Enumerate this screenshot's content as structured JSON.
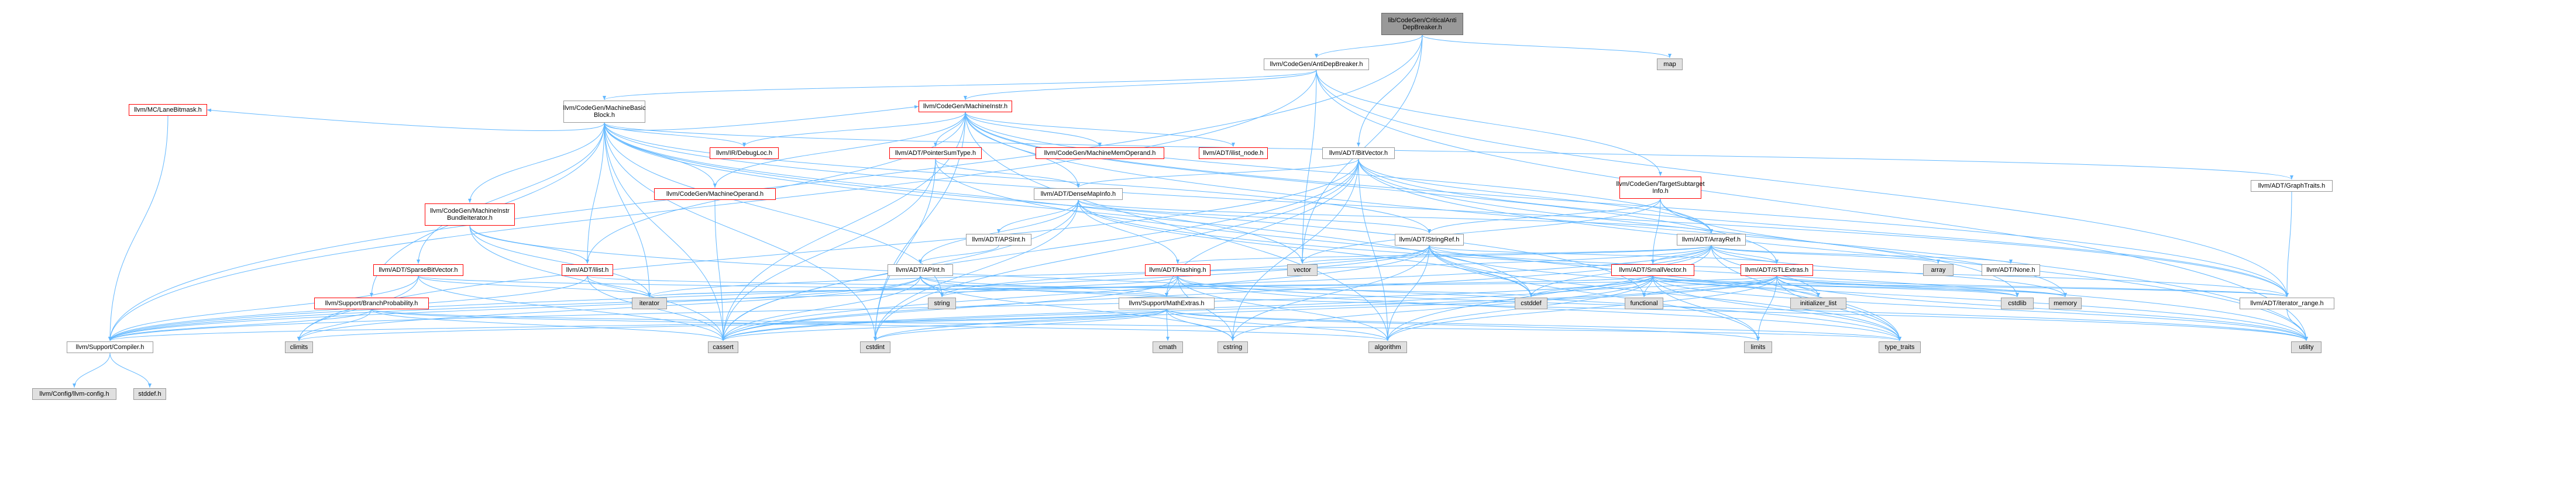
{
  "nodes": [
    {
      "id": "root",
      "label": "lib/CodeGen/CriticalAnti\nDepBreaker.h",
      "kind": "root"
    },
    {
      "id": "antidep",
      "label": "llvm/CodeGen/AntiDepBreaker.h",
      "kind": "normal"
    },
    {
      "id": "map",
      "label": "map",
      "kind": "system"
    },
    {
      "id": "mbb",
      "label": "llvm/CodeGen/MachineBasic\nBlock.h",
      "kind": "normal"
    },
    {
      "id": "lanebitmask",
      "label": "llvm/MC/LaneBitmask.h",
      "kind": "truncated"
    },
    {
      "id": "machineinstr",
      "label": "llvm/CodeGen/MachineInstr.h",
      "kind": "truncated"
    },
    {
      "id": "bitvector",
      "label": "llvm/ADT/BitVector.h",
      "kind": "normal"
    },
    {
      "id": "debugloc",
      "label": "llvm/IR/DebugLoc.h",
      "kind": "truncated"
    },
    {
      "id": "pointersumtype",
      "label": "llvm/ADT/PointerSumType.h",
      "kind": "truncated"
    },
    {
      "id": "memoperand",
      "label": "llvm/CodeGen/MachineMemOperand.h",
      "kind": "truncated"
    },
    {
      "id": "ilistnode",
      "label": "llvm/ADT/ilist_node.h",
      "kind": "truncated"
    },
    {
      "id": "tsi",
      "label": "llvm/CodeGen/TargetSubtarget\nInfo.h",
      "kind": "truncated"
    },
    {
      "id": "graphtraits",
      "label": "llvm/ADT/GraphTraits.h",
      "kind": "normal"
    },
    {
      "id": "machineoperand",
      "label": "llvm/CodeGen/MachineOperand.h",
      "kind": "truncated"
    },
    {
      "id": "densemapinfo",
      "label": "llvm/ADT/DenseMapInfo.h",
      "kind": "normal"
    },
    {
      "id": "bundleiter",
      "label": "llvm/CodeGen/MachineInstr\nBundleIterator.h",
      "kind": "truncated"
    },
    {
      "id": "apsint",
      "label": "llvm/ADT/APSInt.h",
      "kind": "normal"
    },
    {
      "id": "stringref",
      "label": "llvm/ADT/StringRef.h",
      "kind": "normal"
    },
    {
      "id": "arrayref",
      "label": "llvm/ADT/ArrayRef.h",
      "kind": "normal"
    },
    {
      "id": "sparsebv",
      "label": "llvm/ADT/SparseBitVector.h",
      "kind": "truncated"
    },
    {
      "id": "ilist",
      "label": "llvm/ADT/ilist.h",
      "kind": "truncated"
    },
    {
      "id": "apint",
      "label": "llvm/ADT/APInt.h",
      "kind": "normal"
    },
    {
      "id": "hashing",
      "label": "llvm/ADT/Hashing.h",
      "kind": "truncated"
    },
    {
      "id": "smallvector",
      "label": "llvm/ADT/SmallVector.h",
      "kind": "truncated"
    },
    {
      "id": "stlextras",
      "label": "llvm/ADT/STLExtras.h",
      "kind": "truncated"
    },
    {
      "id": "none",
      "label": "llvm/ADT/None.h",
      "kind": "normal"
    },
    {
      "id": "array",
      "label": "array",
      "kind": "system"
    },
    {
      "id": "vector",
      "label": "vector",
      "kind": "system"
    },
    {
      "id": "branchprob",
      "label": "llvm/Support/BranchProbability.h",
      "kind": "truncated"
    },
    {
      "id": "mathextras",
      "label": "llvm/Support/MathExtras.h",
      "kind": "normal"
    },
    {
      "id": "iteratorrange",
      "label": "llvm/ADT/iterator_range.h",
      "kind": "normal"
    },
    {
      "id": "compiler",
      "label": "llvm/Support/Compiler.h",
      "kind": "normal"
    },
    {
      "id": "iterator",
      "label": "iterator",
      "kind": "system"
    },
    {
      "id": "string",
      "label": "string",
      "kind": "system"
    },
    {
      "id": "functional",
      "label": "functional",
      "kind": "system"
    },
    {
      "id": "cstddef",
      "label": "cstddef",
      "kind": "system"
    },
    {
      "id": "initlist",
      "label": "initializer_list",
      "kind": "system"
    },
    {
      "id": "cstdlib",
      "label": "cstdlib",
      "kind": "system"
    },
    {
      "id": "memory",
      "label": "memory",
      "kind": "system"
    },
    {
      "id": "climits",
      "label": "climits",
      "kind": "system"
    },
    {
      "id": "cassert",
      "label": "cassert",
      "kind": "system"
    },
    {
      "id": "cstdint",
      "label": "cstdint",
      "kind": "system"
    },
    {
      "id": "cmath",
      "label": "cmath",
      "kind": "system"
    },
    {
      "id": "cstring",
      "label": "cstring",
      "kind": "system"
    },
    {
      "id": "algorithm",
      "label": "algorithm",
      "kind": "system"
    },
    {
      "id": "limits",
      "label": "limits",
      "kind": "system"
    },
    {
      "id": "typetraits",
      "label": "type_traits",
      "kind": "system"
    },
    {
      "id": "utility",
      "label": "utility",
      "kind": "system"
    },
    {
      "id": "config",
      "label": "llvm/Config/llvm-config.h",
      "kind": "system"
    },
    {
      "id": "stddef",
      "label": "stddef.h",
      "kind": "system"
    }
  ],
  "edges": [
    [
      "root",
      "antidep"
    ],
    [
      "root",
      "map"
    ],
    [
      "root",
      "bitvector"
    ],
    [
      "root",
      "vector"
    ],
    [
      "root",
      "compiler"
    ],
    [
      "antidep",
      "mbb"
    ],
    [
      "antidep",
      "machineinstr"
    ],
    [
      "antidep",
      "tsi"
    ],
    [
      "antidep",
      "compiler"
    ],
    [
      "antidep",
      "iteratorrange"
    ],
    [
      "antidep",
      "vector"
    ],
    [
      "antidep",
      "utility"
    ],
    [
      "mbb",
      "lanebitmask"
    ],
    [
      "mbb",
      "machineinstr"
    ],
    [
      "mbb",
      "debugloc"
    ],
    [
      "mbb",
      "bundleiter"
    ],
    [
      "mbb",
      "sparsebv"
    ],
    [
      "mbb",
      "ilist"
    ],
    [
      "mbb",
      "branchprob"
    ],
    [
      "mbb",
      "graphtraits"
    ],
    [
      "mbb",
      "iteratorrange"
    ],
    [
      "mbb",
      "iterator"
    ],
    [
      "mbb",
      "string"
    ],
    [
      "mbb",
      "vector"
    ],
    [
      "mbb",
      "cassert"
    ],
    [
      "mbb",
      "cstdint"
    ],
    [
      "mbb",
      "functional"
    ],
    [
      "mbb",
      "cstddef"
    ],
    [
      "mbb",
      "stringref"
    ],
    [
      "mbb",
      "machineoperand"
    ],
    [
      "lanebitmask",
      "compiler"
    ],
    [
      "machineinstr",
      "debugloc"
    ],
    [
      "machineinstr",
      "pointersumtype"
    ],
    [
      "machineinstr",
      "memoperand"
    ],
    [
      "machineinstr",
      "ilistnode"
    ],
    [
      "machineinstr",
      "machineoperand"
    ],
    [
      "machineinstr",
      "densemapinfo"
    ],
    [
      "machineinstr",
      "arrayref"
    ],
    [
      "machineinstr",
      "iteratorrange"
    ],
    [
      "machineinstr",
      "ilist"
    ],
    [
      "machineinstr",
      "cassert"
    ],
    [
      "machineinstr",
      "cstdint"
    ],
    [
      "machineinstr",
      "algorithm"
    ],
    [
      "machineinstr",
      "utility"
    ],
    [
      "machineinstr",
      "stlextras"
    ],
    [
      "pointersumtype",
      "densemapinfo"
    ],
    [
      "pointersumtype",
      "cassert"
    ],
    [
      "pointersumtype",
      "cstdint"
    ],
    [
      "pointersumtype",
      "typetraits"
    ],
    [
      "bitvector",
      "densemapinfo"
    ],
    [
      "bitvector",
      "arrayref"
    ],
    [
      "bitvector",
      "iteratorrange"
    ],
    [
      "bitvector",
      "mathextras"
    ],
    [
      "bitvector",
      "algorithm"
    ],
    [
      "bitvector",
      "cassert"
    ],
    [
      "bitvector",
      "climits"
    ],
    [
      "bitvector",
      "cstdint"
    ],
    [
      "bitvector",
      "cstdlib"
    ],
    [
      "bitvector",
      "cstring"
    ],
    [
      "bitvector",
      "utility"
    ],
    [
      "tsi",
      "arrayref"
    ],
    [
      "tsi",
      "smallvector"
    ],
    [
      "tsi",
      "stringref"
    ],
    [
      "tsi",
      "vector"
    ],
    [
      "tsi",
      "memory"
    ],
    [
      "graphtraits",
      "iteratorrange"
    ],
    [
      "machineoperand",
      "cassert"
    ],
    [
      "densemapinfo",
      "apint"
    ],
    [
      "densemapinfo",
      "apsint"
    ],
    [
      "densemapinfo",
      "arrayref"
    ],
    [
      "densemapinfo",
      "hashing"
    ],
    [
      "densemapinfo",
      "stringref"
    ],
    [
      "densemapinfo",
      "cassert"
    ],
    [
      "densemapinfo",
      "cstddef"
    ],
    [
      "densemapinfo",
      "cstdint"
    ],
    [
      "densemapinfo",
      "tuple_none"
    ],
    [
      "densemapinfo",
      "utility"
    ],
    [
      "bundleiter",
      "ilist"
    ],
    [
      "bundleiter",
      "cassert"
    ],
    [
      "bundleiter",
      "iterator"
    ],
    [
      "bundleiter",
      "typetraits"
    ],
    [
      "apsint",
      "apint"
    ],
    [
      "stringref",
      "stlextras"
    ],
    [
      "stringref",
      "iteratorrange"
    ],
    [
      "stringref",
      "compiler"
    ],
    [
      "stringref",
      "algorithm"
    ],
    [
      "stringref",
      "cassert"
    ],
    [
      "stringref",
      "cstddef"
    ],
    [
      "stringref",
      "cstring"
    ],
    [
      "stringref",
      "limits"
    ],
    [
      "stringref",
      "string"
    ],
    [
      "stringref",
      "typetraits"
    ],
    [
      "stringref",
      "utility"
    ],
    [
      "arrayref",
      "hashing"
    ],
    [
      "arrayref",
      "none"
    ],
    [
      "arrayref",
      "smallvector"
    ],
    [
      "arrayref",
      "stlextras"
    ],
    [
      "arrayref",
      "compiler"
    ],
    [
      "arrayref",
      "algorithm"
    ],
    [
      "arrayref",
      "array"
    ],
    [
      "arrayref",
      "cassert"
    ],
    [
      "arrayref",
      "cstddef"
    ],
    [
      "arrayref",
      "initlist"
    ],
    [
      "arrayref",
      "iterator"
    ],
    [
      "arrayref",
      "memory"
    ],
    [
      "arrayref",
      "typetraits"
    ],
    [
      "arrayref",
      "vector"
    ],
    [
      "sparsebv",
      "compiler"
    ],
    [
      "sparsebv",
      "mathextras"
    ],
    [
      "sparsebv",
      "cassert"
    ],
    [
      "sparsebv",
      "climits"
    ],
    [
      "sparsebv",
      "iterator"
    ],
    [
      "ilist",
      "compiler"
    ],
    [
      "ilist",
      "cassert"
    ],
    [
      "ilist",
      "cstddef"
    ],
    [
      "ilist",
      "iterator"
    ],
    [
      "apint",
      "compiler"
    ],
    [
      "apint",
      "mathextras"
    ],
    [
      "apint",
      "cassert"
    ],
    [
      "apint",
      "climits"
    ],
    [
      "apint",
      "cstring"
    ],
    [
      "apint",
      "utility"
    ],
    [
      "apint",
      "string"
    ],
    [
      "hashing",
      "mathextras"
    ],
    [
      "hashing",
      "algorithm"
    ],
    [
      "hashing",
      "cassert"
    ],
    [
      "hashing",
      "cstring"
    ],
    [
      "hashing",
      "string"
    ],
    [
      "hashing",
      "typetraits"
    ],
    [
      "hashing",
      "utility"
    ],
    [
      "smallvector",
      "compiler"
    ],
    [
      "smallvector",
      "algorithm"
    ],
    [
      "smallvector",
      "cassert"
    ],
    [
      "smallvector",
      "cstddef"
    ],
    [
      "smallvector",
      "cstdlib"
    ],
    [
      "smallvector",
      "cstring"
    ],
    [
      "smallvector",
      "functional"
    ],
    [
      "smallvector",
      "initlist"
    ],
    [
      "smallvector",
      "iterator"
    ],
    [
      "smallvector",
      "limits"
    ],
    [
      "smallvector",
      "memory"
    ],
    [
      "smallvector",
      "typetraits"
    ],
    [
      "smallvector",
      "utility"
    ],
    [
      "smallvector",
      "iteratorrange"
    ],
    [
      "stlextras",
      "iteratorrange"
    ],
    [
      "stlextras",
      "algorithm"
    ],
    [
      "stlextras",
      "cassert"
    ],
    [
      "stlextras",
      "cstddef"
    ],
    [
      "stlextras",
      "cstdint"
    ],
    [
      "stlextras",
      "cstdlib"
    ],
    [
      "stlextras",
      "functional"
    ],
    [
      "stlextras",
      "initlist"
    ],
    [
      "stlextras",
      "iterator"
    ],
    [
      "stlextras",
      "limits"
    ],
    [
      "stlextras",
      "memory"
    ],
    [
      "stlextras",
      "typetraits"
    ],
    [
      "stlextras",
      "utility"
    ],
    [
      "branchprob",
      "compiler"
    ],
    [
      "branchprob",
      "algorithm"
    ],
    [
      "branchprob",
      "cassert"
    ],
    [
      "branchprob",
      "climits"
    ],
    [
      "branchprob",
      "typetraits"
    ],
    [
      "mathextras",
      "compiler"
    ],
    [
      "mathextras",
      "cassert"
    ],
    [
      "mathextras",
      "climits"
    ],
    [
      "mathextras",
      "cmath"
    ],
    [
      "mathextras",
      "cstdint"
    ],
    [
      "mathextras",
      "cstring"
    ],
    [
      "mathextras",
      "limits"
    ],
    [
      "mathextras",
      "typetraits"
    ],
    [
      "mathextras",
      "algorithm"
    ],
    [
      "iteratorrange",
      "utility"
    ],
    [
      "compiler",
      "config"
    ],
    [
      "compiler",
      "stddef"
    ]
  ]
}
